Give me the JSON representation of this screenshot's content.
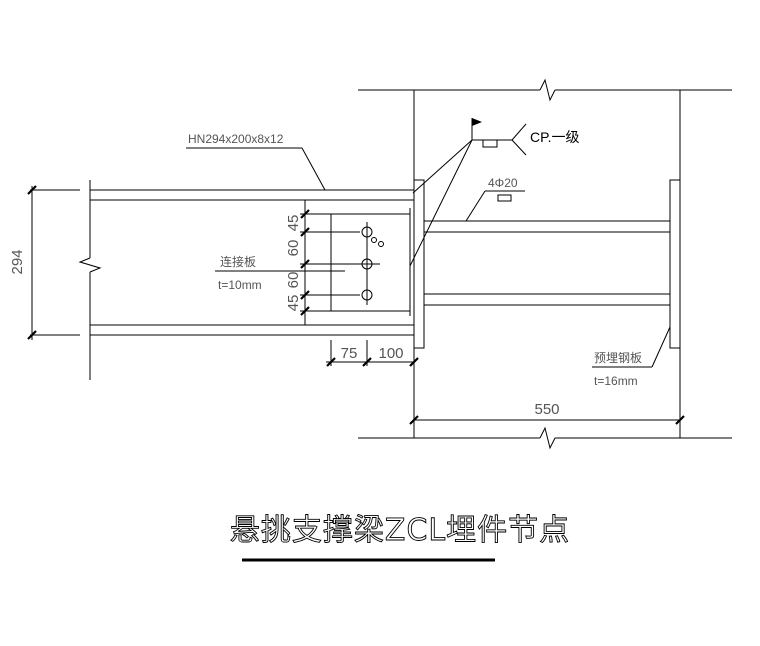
{
  "labels": {
    "beam_section": "HN294x200x8x12",
    "weld_symbol": "CP.一级",
    "rebar": "4Φ20",
    "connection_plate_name": "连接板",
    "connection_plate_thickness": "t=10mm",
    "embedded_plate_name": "预埋钢板",
    "embedded_plate_thickness": "t=16mm"
  },
  "dimensions": {
    "beam_depth": "294",
    "bolt_spacing_top": "45",
    "bolt_spacing_mid1": "60",
    "bolt_spacing_mid2": "60",
    "bolt_spacing_bottom": "45",
    "horiz_dim_1": "75",
    "horiz_dim_2": "100",
    "wall_width": "550"
  },
  "title": "悬挑支撑梁ZCL埋件节点",
  "colors": {
    "line": "#000000",
    "background": "#ffffff"
  }
}
